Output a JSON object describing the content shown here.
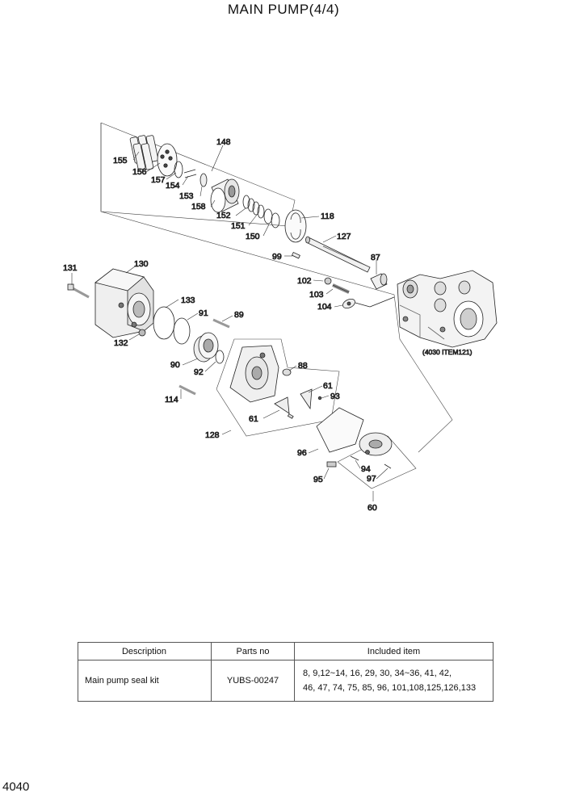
{
  "title": "MAIN PUMP(4/4)",
  "page_number": "4040",
  "diagram": {
    "reference_note": "(4030 ITEM121)",
    "callouts": {
      "c148": "148",
      "c155": "155",
      "c156": "156",
      "c157": "157",
      "c154": "154",
      "c153": "153",
      "c158": "158",
      "c152": "152",
      "c151": "151",
      "c150": "150",
      "c118": "118",
      "c127": "127",
      "c99": "99",
      "c87": "87",
      "c102": "102",
      "c103": "103",
      "c104": "104",
      "c131": "131",
      "c130": "130",
      "c133": "133",
      "c91": "91",
      "c89": "89",
      "c132": "132",
      "c90": "90",
      "c92": "92",
      "c88": "88",
      "c61a": "61",
      "c93": "93",
      "c61b": "61",
      "c114": "114",
      "c128": "128",
      "c96": "96",
      "c94": "94",
      "c97": "97",
      "c95": "95",
      "c60": "60"
    }
  },
  "kit_table": {
    "headers": [
      "Description",
      "Parts no",
      "Included item"
    ],
    "row": {
      "description": "Main pump seal kit",
      "parts_no": "YUBS-00247",
      "included_line1": "8, 9,12~14, 16, 29, 30, 34~36, 41, 42,",
      "included_line2": "46, 47, 74, 75, 85, 96, 101,108,125,126,133"
    }
  }
}
